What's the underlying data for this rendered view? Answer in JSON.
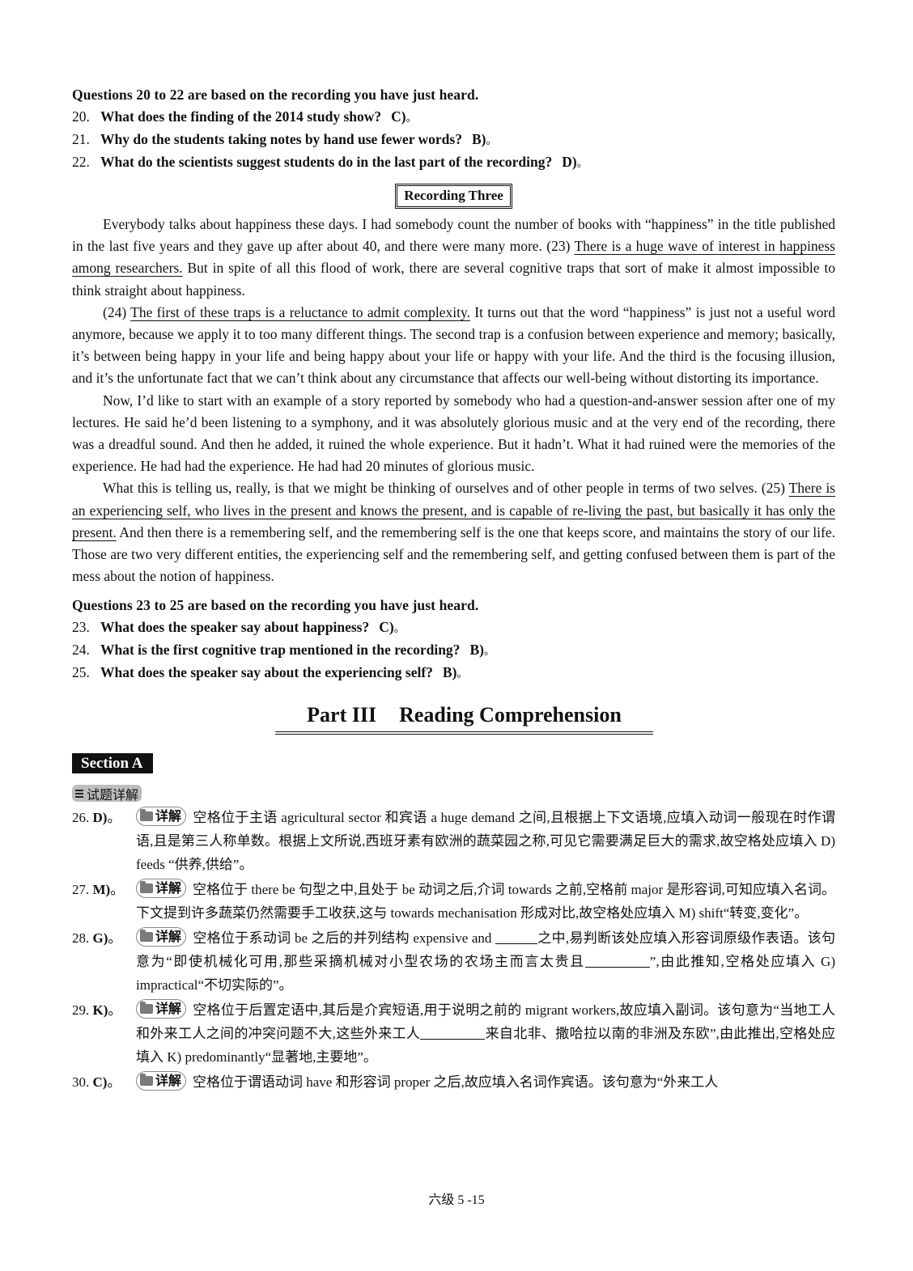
{
  "set2": {
    "heading": "Questions 20 to 22 are based on the recording you have just heard.",
    "questions": [
      {
        "num": "20.",
        "text": "What does the finding of the 2014 study show?",
        "answer": "C)",
        "period": "。"
      },
      {
        "num": "21.",
        "text": "Why do the students taking notes by hand use fewer words?",
        "answer": "B)",
        "period": "。"
      },
      {
        "num": "22.",
        "text": "What do the scientists suggest students do in the last part of the recording?",
        "answer": "D)",
        "period": "。"
      }
    ]
  },
  "recording": {
    "title": "Recording Three",
    "paragraphs": [
      {
        "a": "Everybody talks about happiness these days. I had somebody count the number of books with “happiness” in the title published in the last five years and they gave up after about 40, and there were many more. (23) ",
        "u": "There is a huge wave of interest in happiness among researchers.",
        "b": " But in spite of all this flood of work, there are several cognitive traps that sort of make it almost impossible to think straight about happiness."
      },
      {
        "a": "(24) ",
        "u": "The first of these traps is a reluctance to admit complexity.",
        "b": " It turns out that the word “happiness” is just not a useful word anymore, because we apply it to too many different things. The second trap is a confusion between experience and memory; basically, it’s between being happy in your life and being happy about your life or happy with your life. And the third is the focusing illusion, and it’s the unfortunate fact that we can’t think about any circumstance that affects our well-being without distorting its importance."
      },
      {
        "a": "Now, I’d like to start with an example of a story reported by somebody who had a question-and-answer session after one of my lectures. He said he’d been listening to a symphony, and it was absolutely glorious music and at the very end of the recording, there was a dreadful sound. And then he added, it ruined the whole experience. But it hadn’t. What it had ruined were the memories of the experience. He had had the experience. He had had 20 minutes of glorious music.",
        "u": "",
        "b": ""
      },
      {
        "a": "What this is telling us, really, is that we might be thinking of ourselves and of other people in terms of two selves. (25) ",
        "u": "There is an experiencing self, who lives in the present and knows the present, and is capable of re-living the past, but basically it has only the present.",
        "b": " And then there is a remembering self, and the remembering self is the one that keeps score, and maintains the story of our life. Those are two very different entities, the experiencing self and the remembering self, and getting confused between them is part of the mess about the notion of happiness."
      }
    ]
  },
  "set3": {
    "heading": "Questions 23 to 25 are based on the recording you have just heard.",
    "questions": [
      {
        "num": "23.",
        "text": "What does the speaker say about happiness?",
        "answer": "C)",
        "period": "。"
      },
      {
        "num": "24.",
        "text": "What is the first cognitive trap mentioned in the recording?",
        "answer": "B)",
        "period": "。"
      },
      {
        "num": "25.",
        "text": "What does the speaker say about the experiencing self?",
        "answer": "B)",
        "period": "。"
      }
    ]
  },
  "part": {
    "label": "Part III",
    "title": "Reading Comprehension"
  },
  "section": {
    "label": "Section A"
  },
  "detail_tag": {
    "label": "试题详解",
    "icon": "list-icon"
  },
  "explain_pill": {
    "label": "详解",
    "icon": "folder-icon"
  },
  "explanations": [
    {
      "num": "26.",
      "answer": "D)",
      "period": "。",
      "text": "空格位于主语 agricultural sector 和宾语 a huge demand 之间,且根据上下文语境,应填入动词一般现在时作谓语,且是第三人称单数。根据上文所说,西班牙素有欧洲的蔬菜园之称,可见它需要满足巨大的需求,故空格处应填入 D) feeds “供养,供给”。"
    },
    {
      "num": "27.",
      "answer": "M)",
      "period": "。",
      "text": "空格位于 there be 句型之中,且处于 be 动词之后,介词 towards 之前,空格前 major 是形容词,可知应填入名词。下文提到许多蔬菜仍然需要手工收获,这与 towards mechanisation 形成对比,故空格处应填入 M) shift“转变,变化”。"
    },
    {
      "num": "28.",
      "answer": "G)",
      "period": "。",
      "text_a": "空格位于系动词 be 之后的并列结构 expensive and ",
      "text_b": "之中,易判断该处应填入形容词原级作表语。该句意为“即使机械化可用,那些采摘机械对小型农场的农场主而言太贵且",
      "text_c": "”,由此推知,空格处应填入 G) impractical“不切实际的”。"
    },
    {
      "num": "29.",
      "answer": "K)",
      "period": "。",
      "text_a": "空格位于后置定语中,其后是介宾短语,用于说明之前的 migrant workers,故应填入副词。该句意为“当地工人和外来工人之间的冲突问题不大,这些外来工人",
      "text_b": "来自北非、撒哈拉以南的非洲及东欧”,由此推出,空格处应填入 K) predominantly“显著地,主要地”。"
    },
    {
      "num": "30.",
      "answer": "C)",
      "period": "。",
      "text": "空格位于谓语动词 have 和形容词 proper 之后,故应填入名词作宾语。该句意为“外来工人"
    }
  ],
  "footer": {
    "page_label": "六级 5 -15"
  }
}
